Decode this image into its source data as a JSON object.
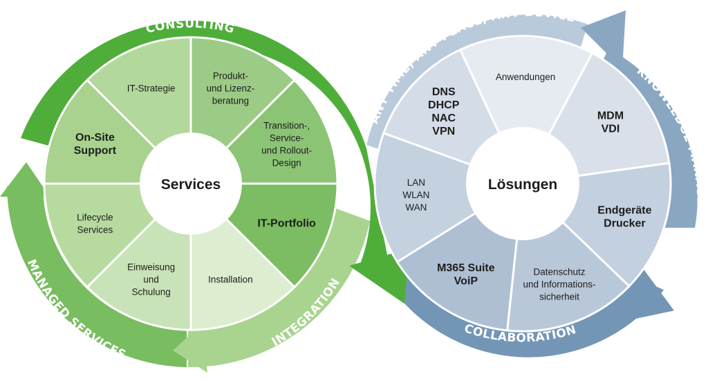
{
  "services": {
    "hub": "Services",
    "segments": [
      {
        "lines": [
          "Produkt-",
          "und Lizenz-",
          "beratung"
        ],
        "bold": false,
        "color": "#9ccb86"
      },
      {
        "lines": [
          "Transition-,",
          "Service-",
          "und Rollout-",
          "Design"
        ],
        "bold": false,
        "color": "#8cc476"
      },
      {
        "lines": [
          "IT-Portfolio"
        ],
        "bold": true,
        "color": "#7cbc62"
      },
      {
        "lines": [
          "Installation"
        ],
        "bold": false,
        "color": "#dcedd0"
      },
      {
        "lines": [
          "Einweisung",
          "und",
          "Schulung"
        ],
        "bold": false,
        "color": "#c9e3b8"
      },
      {
        "lines": [
          "Lifecycle",
          "Services"
        ],
        "bold": false,
        "color": "#b7da9f"
      },
      {
        "lines": [
          "On-Site",
          "Support"
        ],
        "bold": true,
        "color": "#a8d28e"
      },
      {
        "lines": [
          "IT-Strategie"
        ],
        "bold": false,
        "color": "#b3d89b"
      }
    ],
    "ring_labels": {
      "consulting": "CONSULTING",
      "integration": "INTEGRATION",
      "managed_services": "MANAGED SERVICES"
    }
  },
  "loesungen": {
    "hub": "Lösungen",
    "segments": [
      {
        "lines": [
          "Anwendungen"
        ],
        "bold": false,
        "color": "#e6ebf1"
      },
      {
        "lines": [
          "MDM",
          "VDI"
        ],
        "bold": true,
        "color": "#d9e0ea"
      },
      {
        "lines": [
          "Endgeräte",
          "Drucker"
        ],
        "bold": true,
        "color": "#c2d0df"
      },
      {
        "lines": [
          "Datenschutz",
          "und Informations-",
          "sicherheit"
        ],
        "bold": false,
        "color": "#b9c8d9"
      },
      {
        "lines": [
          "M365 Suite",
          "VoiP"
        ],
        "bold": true,
        "color": "#aebfd3"
      },
      {
        "lines": [
          "LAN",
          "WLAN",
          "WAN"
        ],
        "bold": false,
        "color": "#c4d1df"
      },
      {
        "lines": [
          "DNS",
          "DHCP",
          "NAC",
          "VPN"
        ],
        "bold": true,
        "color": "#d3dce7"
      }
    ],
    "ring_labels": {
      "any_time": "ANY TIME, ANY PLACE, ANY DEVICE",
      "knowledge": "KNOWLEDGE MANAGEMENT",
      "collaboration": "COLLABORATION"
    }
  },
  "colors": {
    "green_dark": "#4fae3a",
    "green_mid": "#74bd5c",
    "green_light": "#a9d48f",
    "blue_dark": "#6f93b3",
    "blue_mid": "#8eaac4",
    "blue_light": "#b8c9da"
  }
}
